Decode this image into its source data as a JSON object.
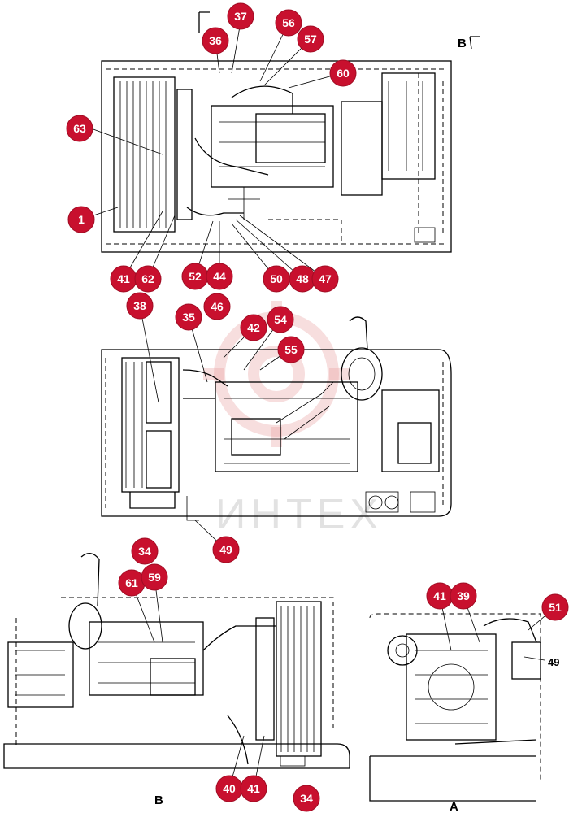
{
  "colors": {
    "callout": "#c8102e",
    "callout_text": "#ffffff",
    "watermark": "#e8a0a0"
  },
  "watermark": {
    "text": "ИНТЕХ"
  },
  "views": {
    "b_marker": "B",
    "b_label": "B",
    "a_label": "A",
    "plain_49": "49"
  },
  "callouts": {
    "c36": "36",
    "c37": "37",
    "c56": "56",
    "c57": "57",
    "c60": "60",
    "c63": "63",
    "c1": "1",
    "c41a": "41",
    "c62": "62",
    "c52": "52",
    "c44": "44",
    "c50": "50",
    "c48": "48",
    "c47": "47",
    "c38": "38",
    "c35": "35",
    "c46": "46",
    "c42": "42",
    "c54": "54",
    "c55": "55",
    "c34a": "34",
    "c49": "49",
    "c61": "61",
    "c59": "59",
    "c40": "40",
    "c41b": "41",
    "c34b": "34",
    "c41c": "41",
    "c39": "39",
    "c51": "51"
  }
}
